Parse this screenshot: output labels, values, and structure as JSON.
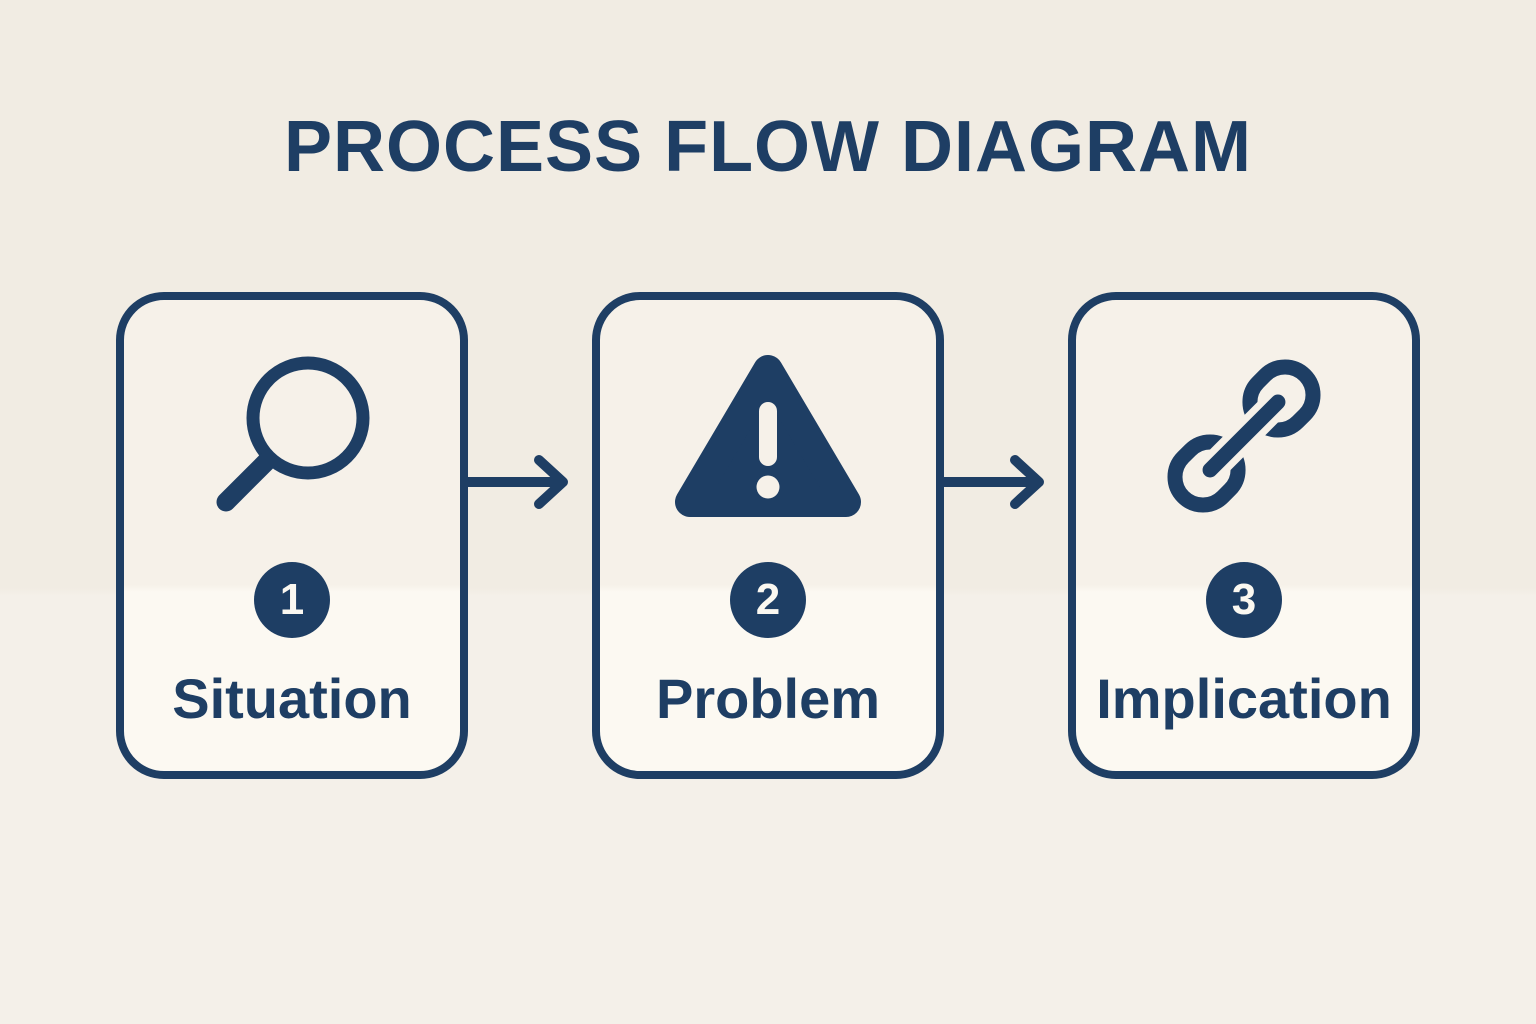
{
  "title": "PROCESS FLOW DIAGRAM",
  "colors": {
    "accent": "#1e3e64",
    "page_bg_top": "#f1ece3",
    "page_bg_bottom": "#f4f0e9",
    "card_bg_top": "#f6f1e9",
    "card_bg_bottom": "#fcf9f2",
    "badge_text": "#fbf8f1"
  },
  "steps": [
    {
      "number": "1",
      "label": "Situation",
      "icon": "magnifier-icon"
    },
    {
      "number": "2",
      "label": "Problem",
      "icon": "warning-triangle-icon"
    },
    {
      "number": "3",
      "label": "Implication",
      "icon": "chain-link-icon"
    }
  ],
  "arrows": [
    {
      "direction": "right"
    },
    {
      "direction": "right"
    }
  ]
}
